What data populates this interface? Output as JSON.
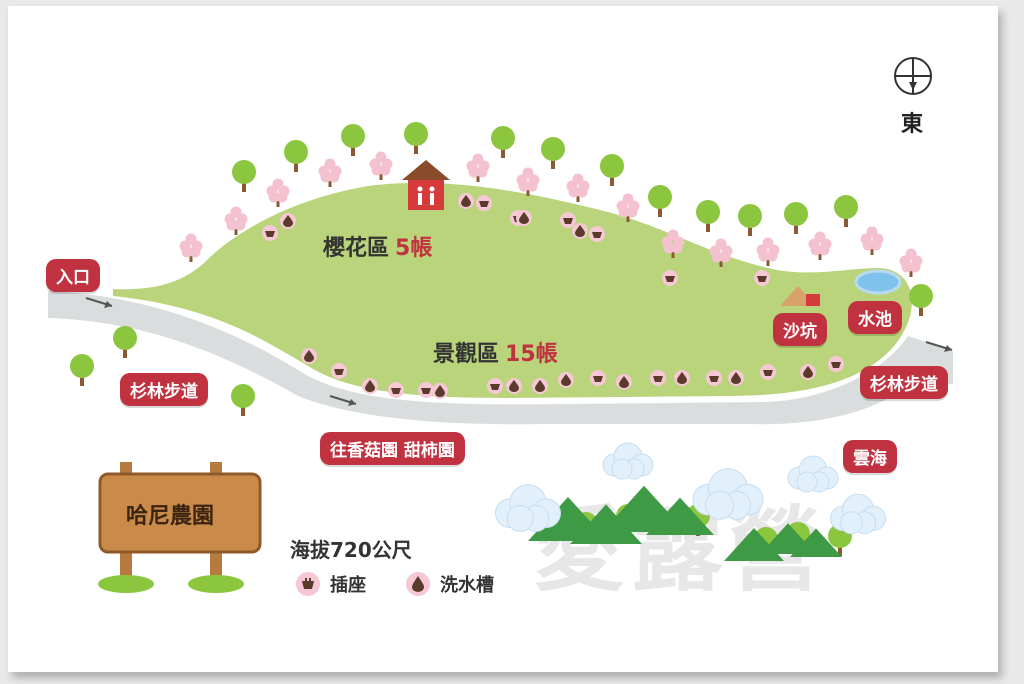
{
  "map": {
    "compass_label": "東",
    "entrance_label": "入口",
    "zones": {
      "sakura": {
        "name": "櫻花區",
        "count": "5帳"
      },
      "scenic": {
        "name": "景觀區",
        "count": "15帳"
      }
    },
    "labels": {
      "sandpit": "沙坑",
      "pond": "水池",
      "cedar_trail_left": "杉林步道",
      "cedar_trail_right": "杉林步道",
      "to_orchards": "往香菇園 甜柿園",
      "sea_of_clouds": "雲海"
    },
    "farm_sign": "哈尼農園",
    "altitude": "海拔720公尺",
    "legend": [
      {
        "icon": "outlet-icon",
        "label": "插座"
      },
      {
        "icon": "sink-icon",
        "label": "洗水槽"
      }
    ],
    "watermark": "愛露營",
    "colors": {
      "grass": "#b9d47a",
      "path": "#dadddd",
      "label_red": "#c0323f",
      "sign_wood": "#c98a4a",
      "mountain": "#3f9a46"
    }
  }
}
